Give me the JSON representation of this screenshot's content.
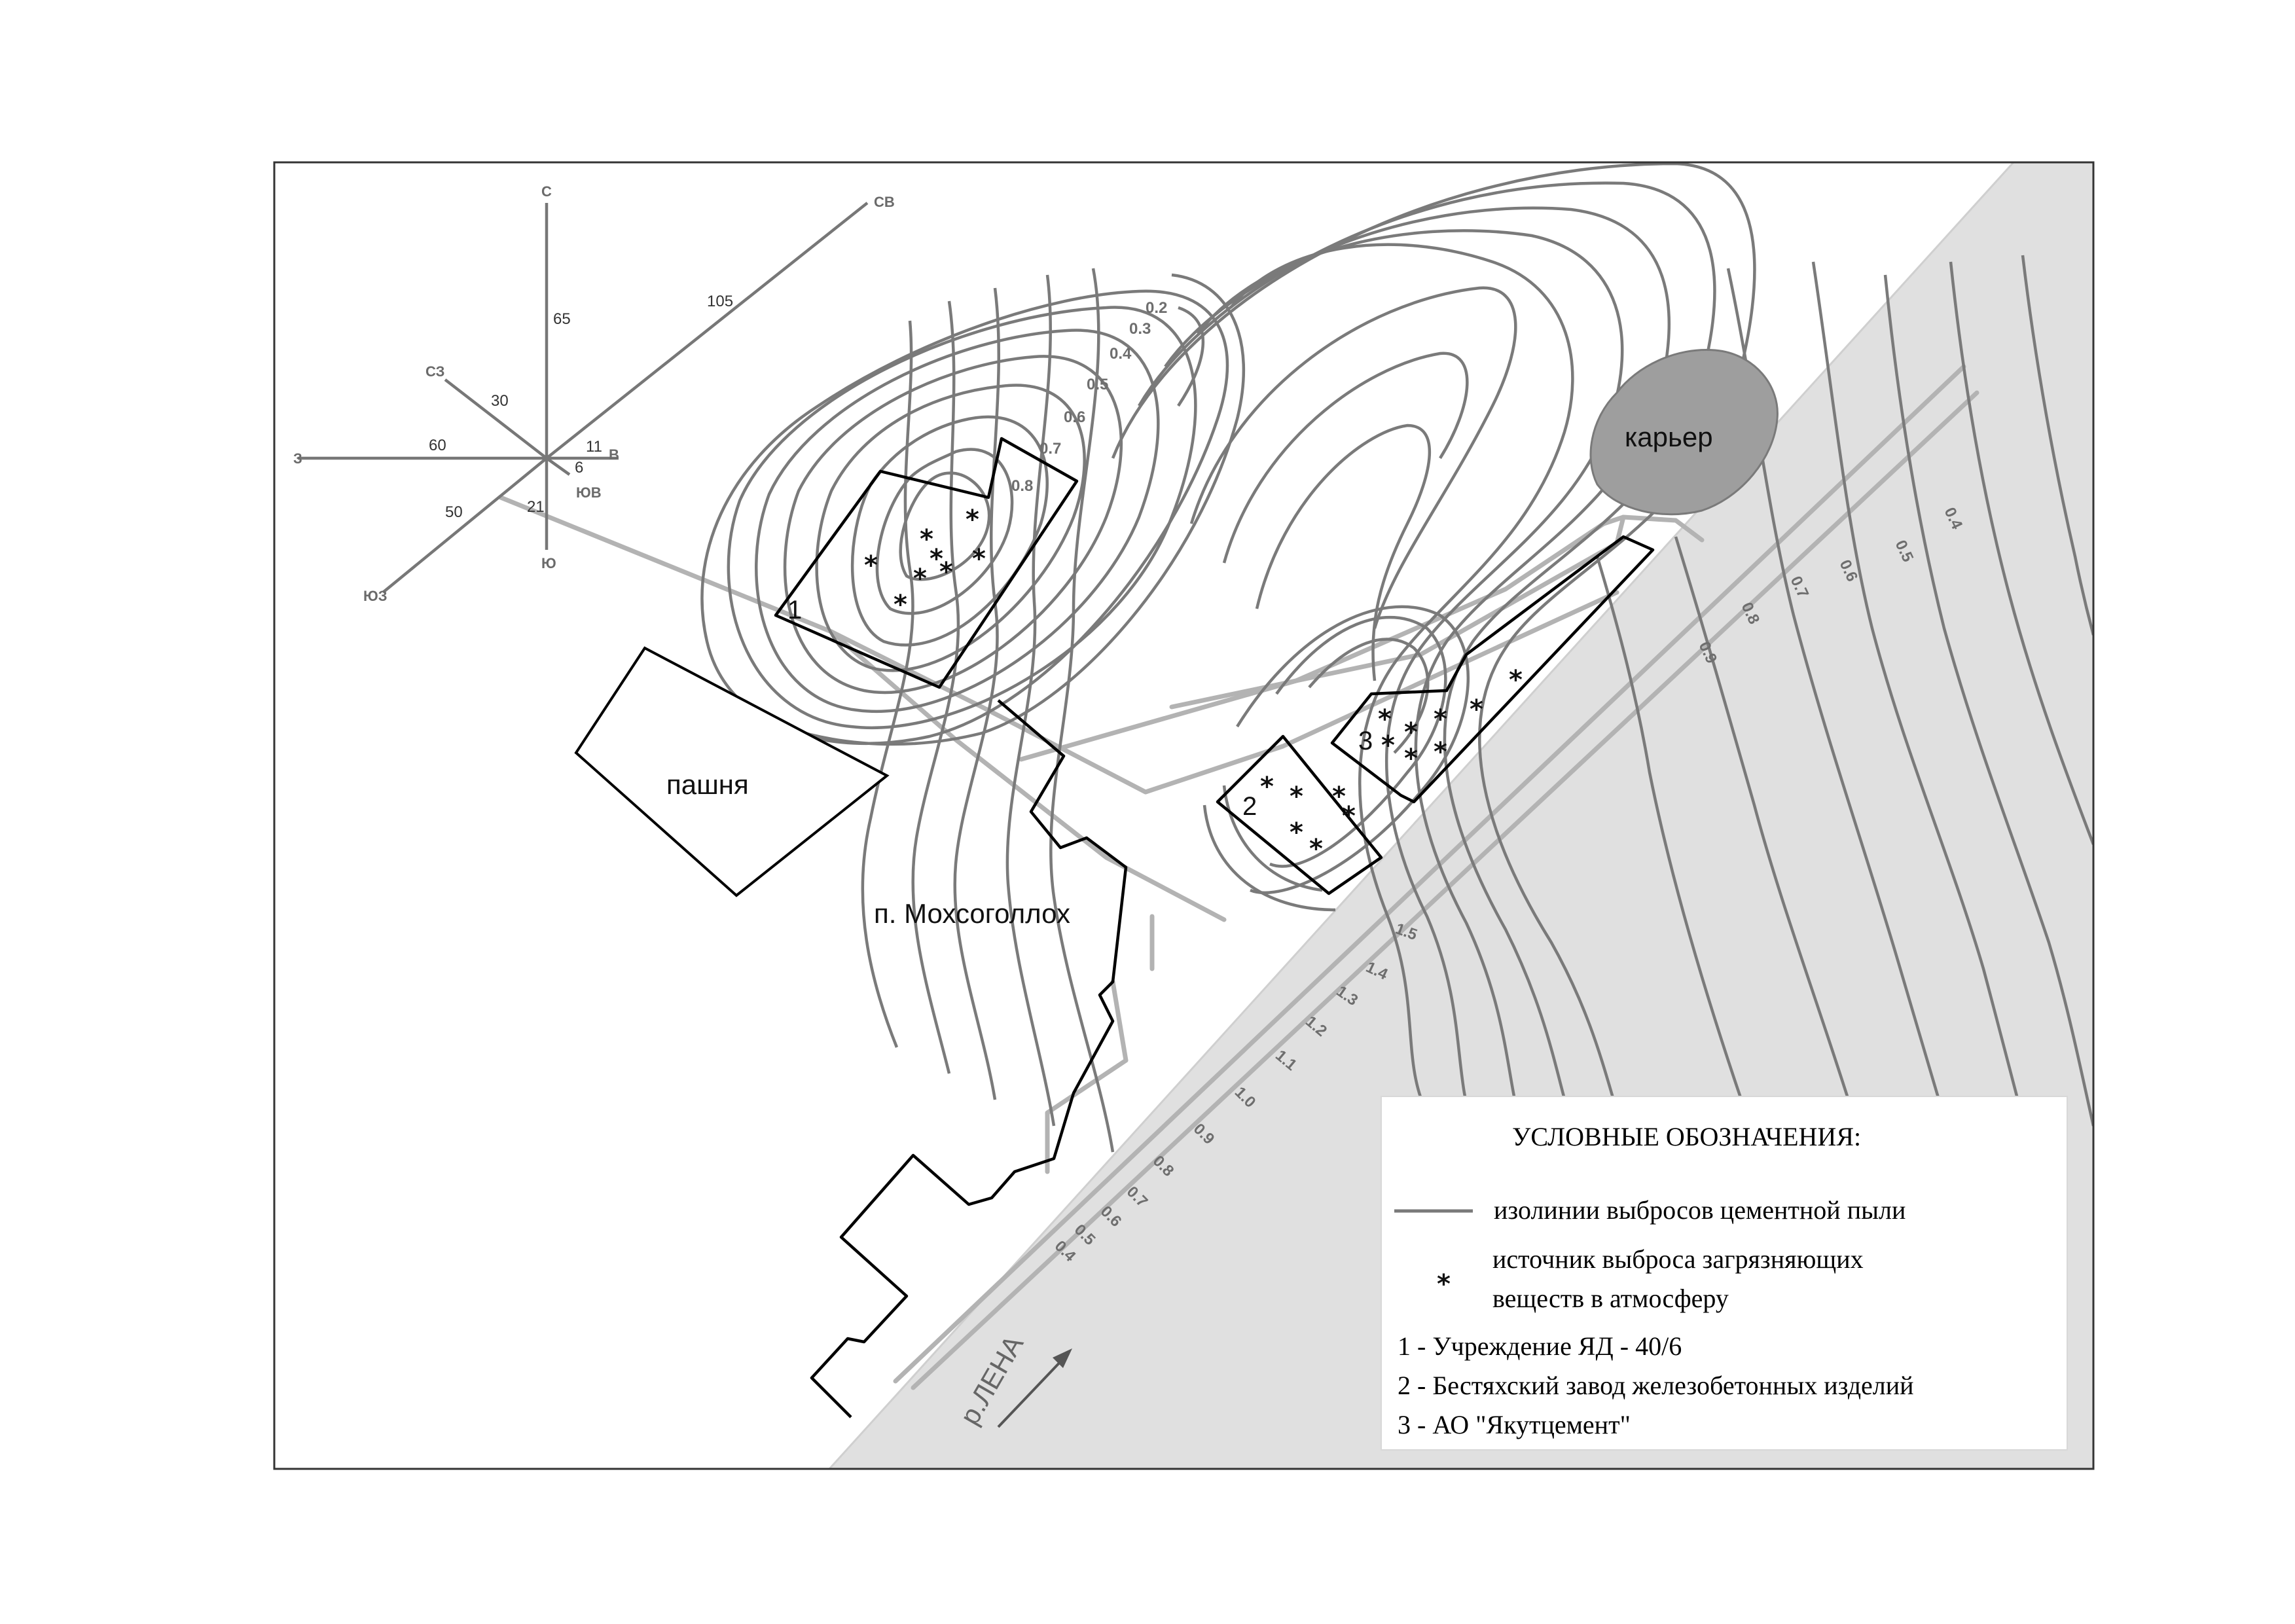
{
  "compass": {
    "n": "С",
    "ne": "СВ",
    "e": "В",
    "se": "ЮВ",
    "s": "Ю",
    "sw": "ЮЗ",
    "w": "З",
    "nw": "СЗ",
    "values": {
      "n": "65",
      "ne": "105",
      "e": "11",
      "se": "6",
      "s": "21",
      "sw": "50",
      "w": "60",
      "nw": "30"
    }
  },
  "isolines": {
    "north": [
      "0.2",
      "0.3",
      "0.4",
      "0.5",
      "0.6",
      "0.7",
      "0.8"
    ],
    "east": [
      "0.4",
      "0.5",
      "0.6",
      "0.7",
      "0.8",
      "0.9"
    ],
    "south": [
      "1.5",
      "1.4",
      "1.3",
      "1.2",
      "1.1",
      "1.0",
      "0.9",
      "0.8",
      "0.7",
      "0.6",
      "0.5",
      "0.4"
    ]
  },
  "places": {
    "field": "пашня",
    "village": "п. Мохсоголлох",
    "quarry": "карьер",
    "river": "р.ЛЕНА"
  },
  "sites": {
    "s1": "1",
    "s2": "2",
    "s3": "3"
  },
  "source_symbol": "*",
  "legend": {
    "title": "УСЛОВНЫЕ ОБОЗНАЧЕНИЯ:",
    "isoline": "изолинии выбросов цементной пыли",
    "source_line1": "источник выброса загрязняющих",
    "source_line2": "веществ в атмосферу",
    "item1": "1 -  Учреждение  ЯД - 40/6",
    "item2": "2 -  Бестяхский завод железобетонных изделий",
    "item3": "3 -  АО \"Якутцемент\""
  },
  "colors": {
    "river": "#e0e0e0",
    "isoline": "#7a7a7a",
    "road": "#b3b3b3",
    "quarry": "#9e9e9e"
  }
}
